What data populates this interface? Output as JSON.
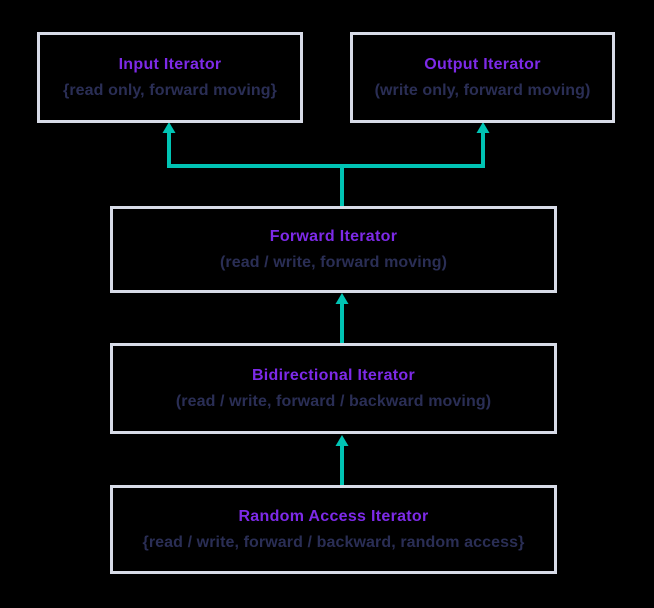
{
  "diagram": {
    "name": "iterator-hierarchy",
    "colors": {
      "background": "#000000",
      "box_border": "#d8dce8",
      "title_text": "#7d2ae8",
      "subtitle_text": "#2a2e55",
      "arrow": "#00c4b4"
    },
    "boxes": [
      {
        "id": "input-iterator",
        "title": "Input Iterator",
        "subtitle": "{read only, forward moving}"
      },
      {
        "id": "output-iterator",
        "title": "Output Iterator",
        "subtitle": "(write only, forward moving)"
      },
      {
        "id": "forward-iterator",
        "title": "Forward Iterator",
        "subtitle": "(read / write, forward moving)"
      },
      {
        "id": "bidirectional-iterator",
        "title": "Bidirectional Iterator",
        "subtitle": "(read / write, forward / backward moving)"
      },
      {
        "id": "random-access-iterator",
        "title": "Random Access Iterator",
        "subtitle": "{read / write, forward / backward, random access}"
      }
    ],
    "arrows": [
      {
        "from": "forward-iterator",
        "to": "input-iterator"
      },
      {
        "from": "forward-iterator",
        "to": "output-iterator"
      },
      {
        "from": "bidirectional-iterator",
        "to": "forward-iterator"
      },
      {
        "from": "random-access-iterator",
        "to": "bidirectional-iterator"
      }
    ]
  }
}
